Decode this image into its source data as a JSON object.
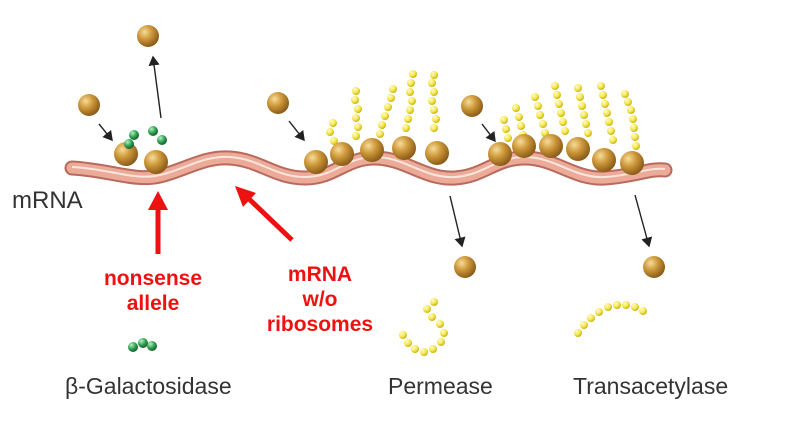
{
  "labels": {
    "mrna": "mRNA",
    "nonsense_line1": "nonsense",
    "nonsense_line2": "allele",
    "no_ribo_line1": "mRNA",
    "no_ribo_line2": "w/o",
    "no_ribo_line3": "ribosomes"
  },
  "products": {
    "galactosidase": "β-Galactosidase",
    "permease": "Permease",
    "transacetylase": "Transacetylase"
  },
  "colors": {
    "ribosome": "#c18a2a",
    "mrna": "#e8a08e",
    "annotation": "#ee1111",
    "polypeptide_yellow": "#f2e34a",
    "polypeptide_green": "#2e9a4e"
  }
}
